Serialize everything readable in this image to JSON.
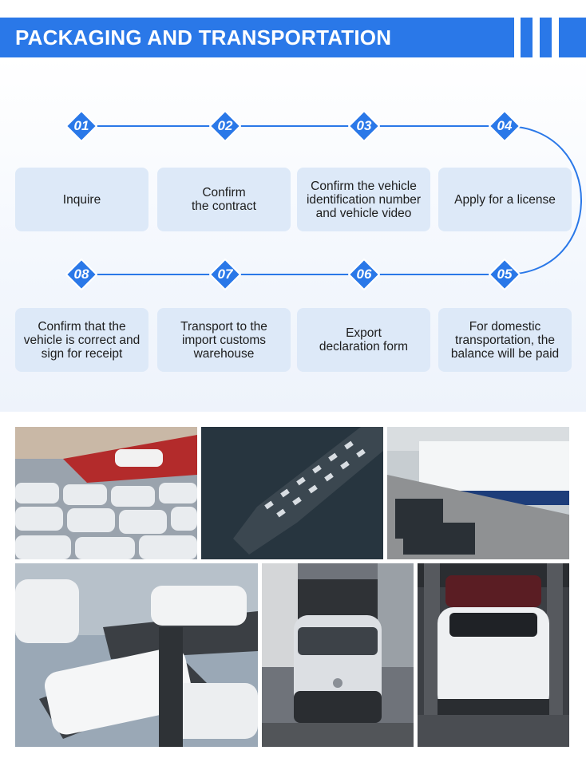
{
  "header": {
    "title": "PACKAGING AND TRANSPORTATION"
  },
  "colors": {
    "accent": "#2a78e8",
    "card": "#dde9f8",
    "line": "#2a78e8"
  },
  "steps": [
    {
      "num": "01",
      "label": "Inquire"
    },
    {
      "num": "02",
      "label": "Confirm\nthe contract"
    },
    {
      "num": "03",
      "label": "Confirm the vehicle\nidentification number\nand vehicle video"
    },
    {
      "num": "04",
      "label": "Apply for a license"
    },
    {
      "num": "05",
      "label": "For domestic\ntransportation, the\nbalance will be paid"
    },
    {
      "num": "06",
      "label": "Export\ndeclaration form"
    },
    {
      "num": "07",
      "label": "Transport to the\nimport customs\nwarehouse"
    },
    {
      "num": "08",
      "label": "Confirm that the\nvehicle is correct and\nsign for receipt"
    }
  ],
  "photos": [
    {
      "name": "photo-port-car-lot"
    },
    {
      "name": "photo-aerial-car-carrier-ship"
    },
    {
      "name": "photo-roro-ship-at-dock"
    },
    {
      "name": "photo-car-transport-truck"
    },
    {
      "name": "photo-white-suv-in-container"
    },
    {
      "name": "photo-car-loaded-in-container"
    }
  ]
}
